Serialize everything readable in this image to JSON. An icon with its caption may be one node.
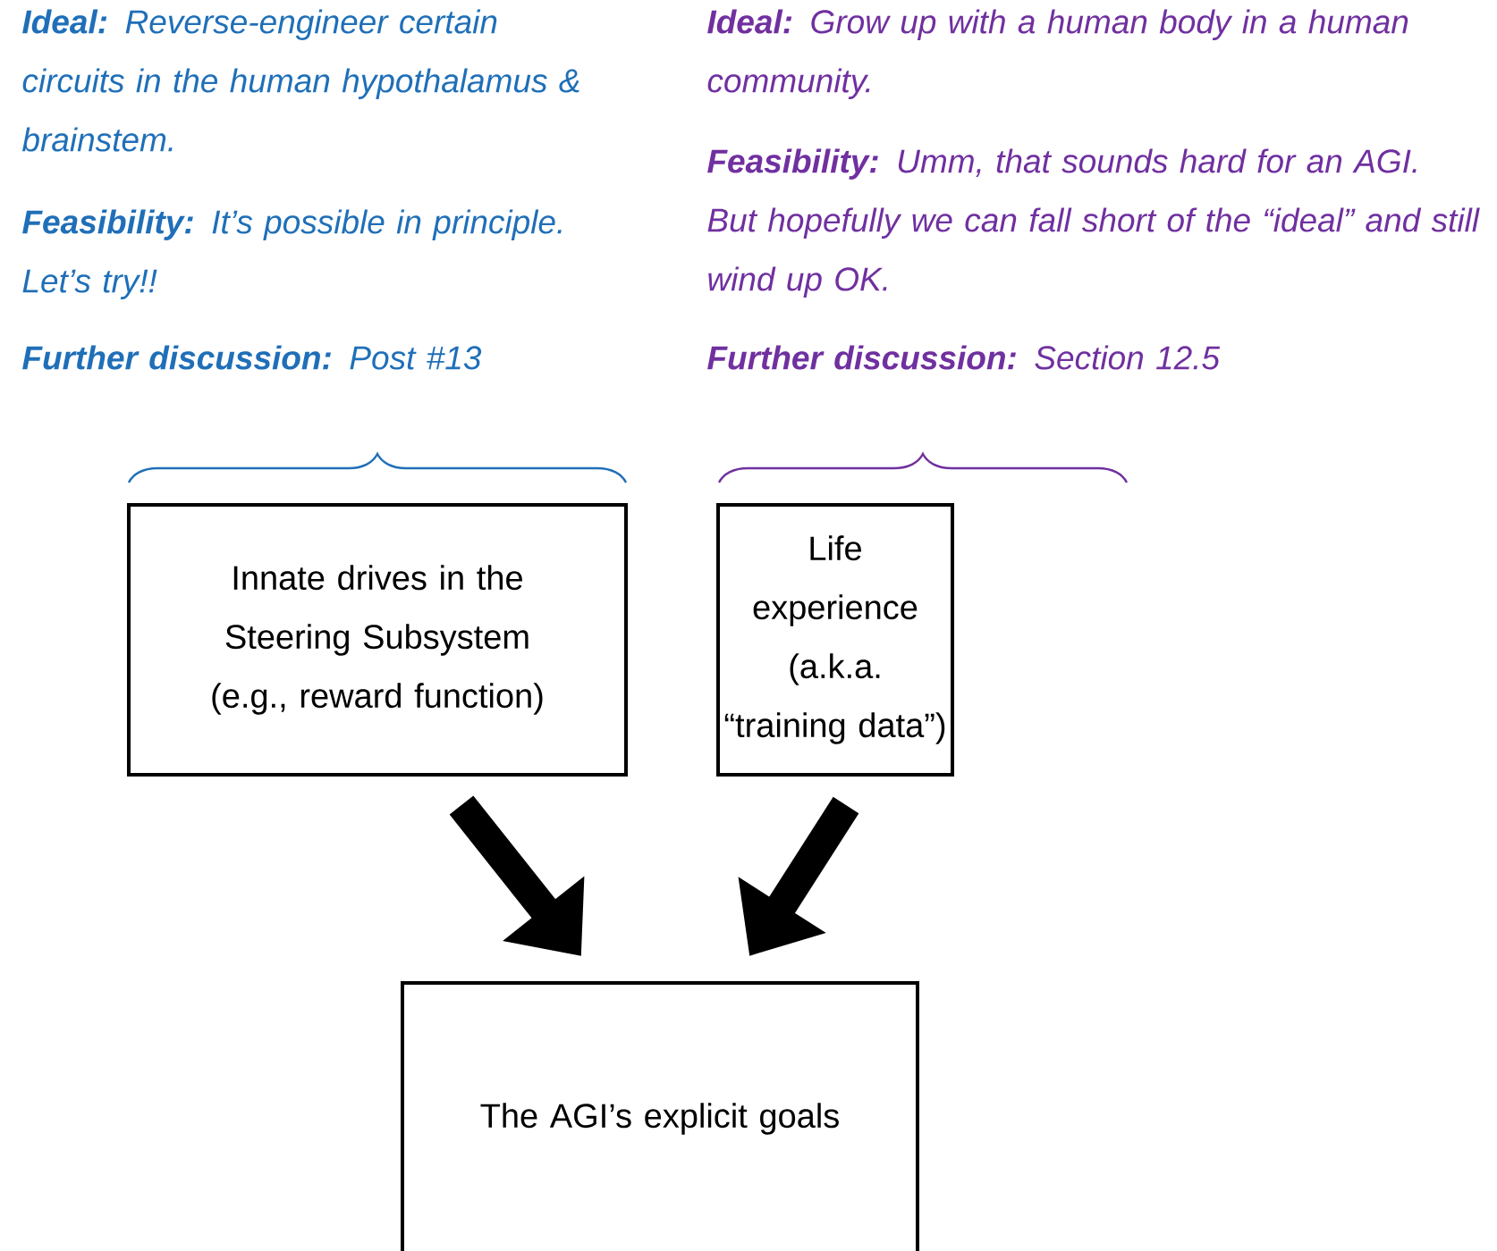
{
  "diagram": {
    "nodes": [
      {
        "text": [
          "Innate drives in the Steering Subsystem (e.g., reward function)"
        ]
      },
      {
        "text": [
          "Life experience (a.k.a. “training data”)"
        ]
      },
      {
        "text": [
          "The AGI’s explicit goals"
        ]
      }
    ],
    "edges": [
      {
        "from": 0,
        "to": 2,
        "arrow": "to"
      },
      {
        "from": 1,
        "to": 2,
        "arrow": "to"
      }
    ],
    "labels": [
      "**Ideal:** Reverse-engineer certain circuits in the human hypothalamus & brainstem.",
      "**Feasibility:** It’s possible in principle. Let’s try!!",
      "**Further discussion:** Post #13",
      "**Ideal:** Grow up with a human body in a human community.",
      "**Feasibility:** Umm, that sounds hard for an AGI. But hopefully we can fall short of the “ideal” and still wind up OK.",
      "**Further discussion:** Section 12.5"
    ]
  }
}
